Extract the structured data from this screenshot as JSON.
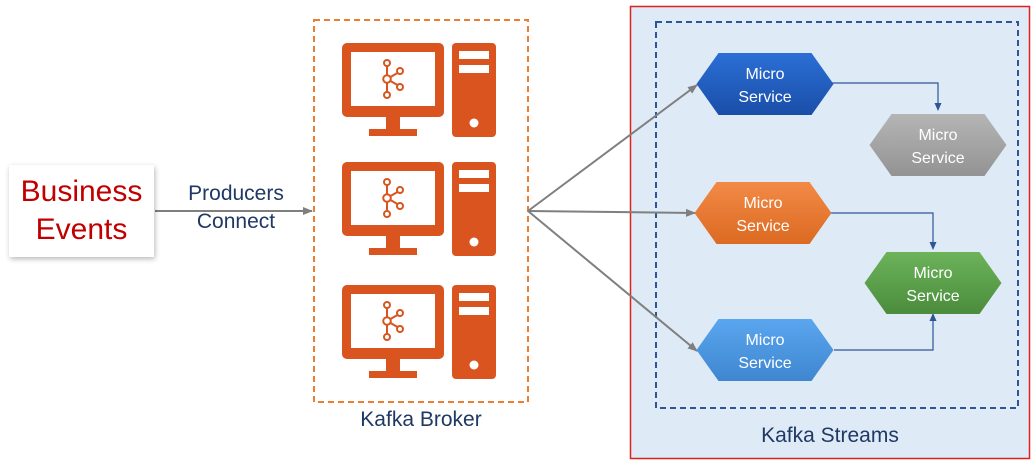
{
  "business_events": {
    "line1": "Business",
    "line2": "Events"
  },
  "producers": {
    "line1": "Producers",
    "line2": "Connect"
  },
  "broker": {
    "label": "Kafka Broker",
    "computer_icon": "kafka-computer-icon"
  },
  "streams": {
    "label": "Kafka Streams"
  },
  "services": [
    {
      "line1": "Micro",
      "line2": "Service",
      "color": "#1f5fbf"
    },
    {
      "line1": "Micro",
      "line2": "Service",
      "color": "#a5a5a5"
    },
    {
      "line1": "Micro",
      "line2": "Service",
      "color": "#ed7d31"
    },
    {
      "line1": "Micro",
      "line2": "Service",
      "color": "#5aa04a"
    },
    {
      "line1": "Micro",
      "line2": "Service",
      "color": "#4c96e0"
    }
  ],
  "colors": {
    "business_text": "#c00000",
    "label_text": "#1f3864",
    "broker_orange": "#d9541e",
    "broker_border": "#ed7d31",
    "streams_outer_border": "#e0201a",
    "streams_inner_border": "#2f5597",
    "streams_background": "#deebf7",
    "arrow": "#7f7f7f"
  }
}
